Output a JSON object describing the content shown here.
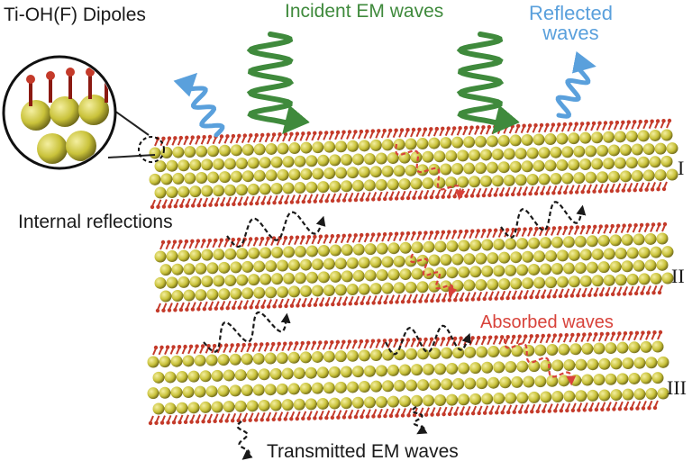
{
  "labels": {
    "dipoles": "Ti-OH(F) Dipoles",
    "incident": "Incident EM waves",
    "reflected_line1": "Reflected",
    "reflected_line2": "waves",
    "internal": "Internal reflections",
    "absorbed": "Absorbed waves",
    "transmitted": "Transmitted EM waves"
  },
  "layers": [
    "I",
    "II",
    "III"
  ],
  "colors": {
    "titanium": "#c9c23a",
    "oxygen": "#c43a2a",
    "carbon": "#1a1a1a",
    "incident_wave": "#3f8a3c",
    "reflected_wave": "#5aa0dc",
    "absorbed_wave": "#d8423a",
    "internal_wave": "#1a1a1a"
  }
}
